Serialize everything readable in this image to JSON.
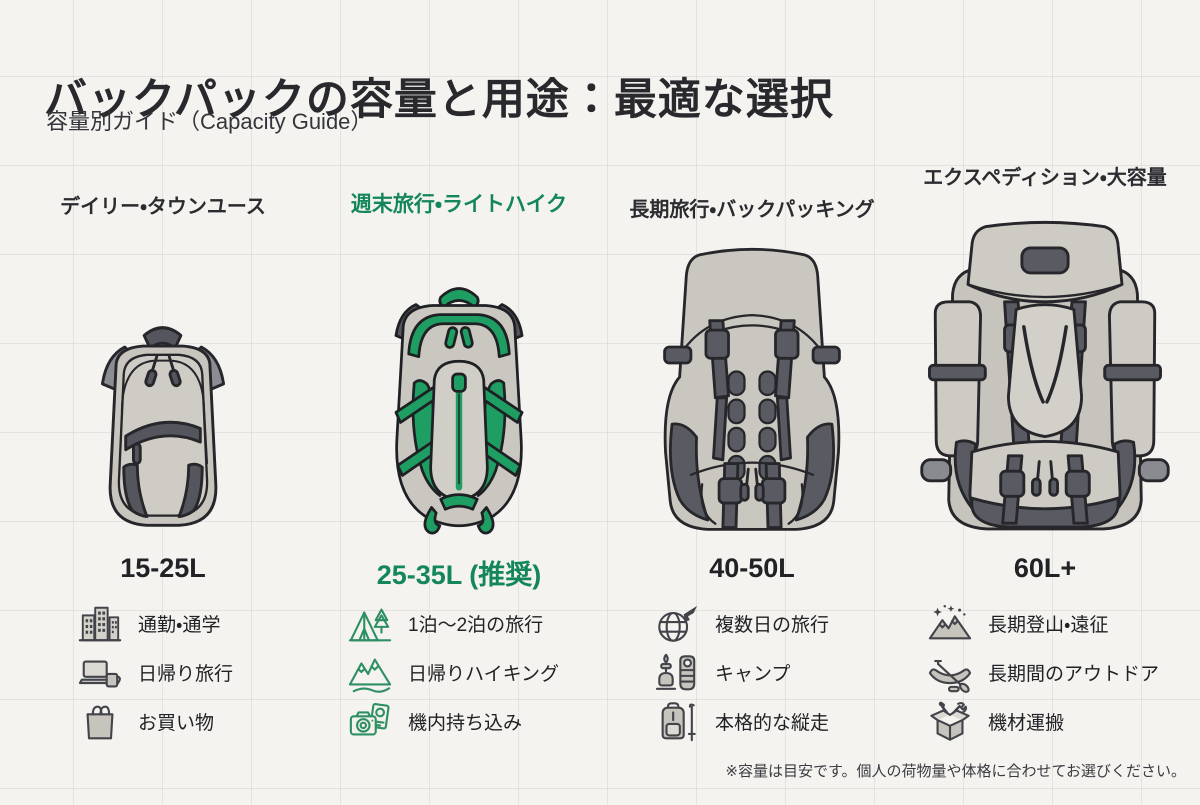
{
  "page": {
    "title": "バックパックの容量と用途：最適な選択",
    "subtitle": "容量別ガイド（Capacity Guide）",
    "footnote": "※容量は目安です。個人の荷物量や体格に合わせてお選びください。"
  },
  "colors": {
    "accent_green": "#14875a",
    "bag_green": "#1f9e63",
    "bag_gray": "#c9c7bf",
    "bag_dark_gray": "#5a5a63",
    "text_dark": "#26262b",
    "background": "#f4f3f0"
  },
  "columns": [
    {
      "id": "daily",
      "label": "デイリー・タウンユース",
      "capacity": "15-25L",
      "highlighted": false,
      "uses": [
        {
          "icon": "city-buildings-icon",
          "label": "通勤・通学"
        },
        {
          "icon": "laptop-mug-icon",
          "label": "日帰り旅行"
        },
        {
          "icon": "shopping-bag-icon",
          "label": "お買い物"
        }
      ]
    },
    {
      "id": "weekend",
      "label": "週末旅行・ライトハイク",
      "capacity": "25-35L (推奨)",
      "highlighted": true,
      "uses": [
        {
          "icon": "tent-trees-icon",
          "label": "1泊〜2泊の旅行"
        },
        {
          "icon": "mountain-trail-icon",
          "label": "日帰りハイキング"
        },
        {
          "icon": "camera-passport-icon",
          "label": "機内持ち込み"
        }
      ]
    },
    {
      "id": "long-trip",
      "label": "長期旅行・バックパッキング",
      "capacity": "40-50L",
      "highlighted": false,
      "uses": [
        {
          "icon": "globe-plane-icon",
          "label": "複数日の旅行"
        },
        {
          "icon": "stove-sleeping-bag-icon",
          "label": "キャンプ"
        },
        {
          "icon": "backpack-trekking-pole-icon",
          "label": "本格的な縦走"
        }
      ]
    },
    {
      "id": "expedition",
      "label": "エクスペディション・大容量",
      "capacity": "60L+",
      "highlighted": false,
      "uses": [
        {
          "icon": "mountain-stars-icon",
          "label": "長期登山・遠征"
        },
        {
          "icon": "canoe-paddle-icon",
          "label": "長期間のアウトドア"
        },
        {
          "icon": "open-box-tools-icon",
          "label": "機材運搬"
        }
      ]
    }
  ]
}
